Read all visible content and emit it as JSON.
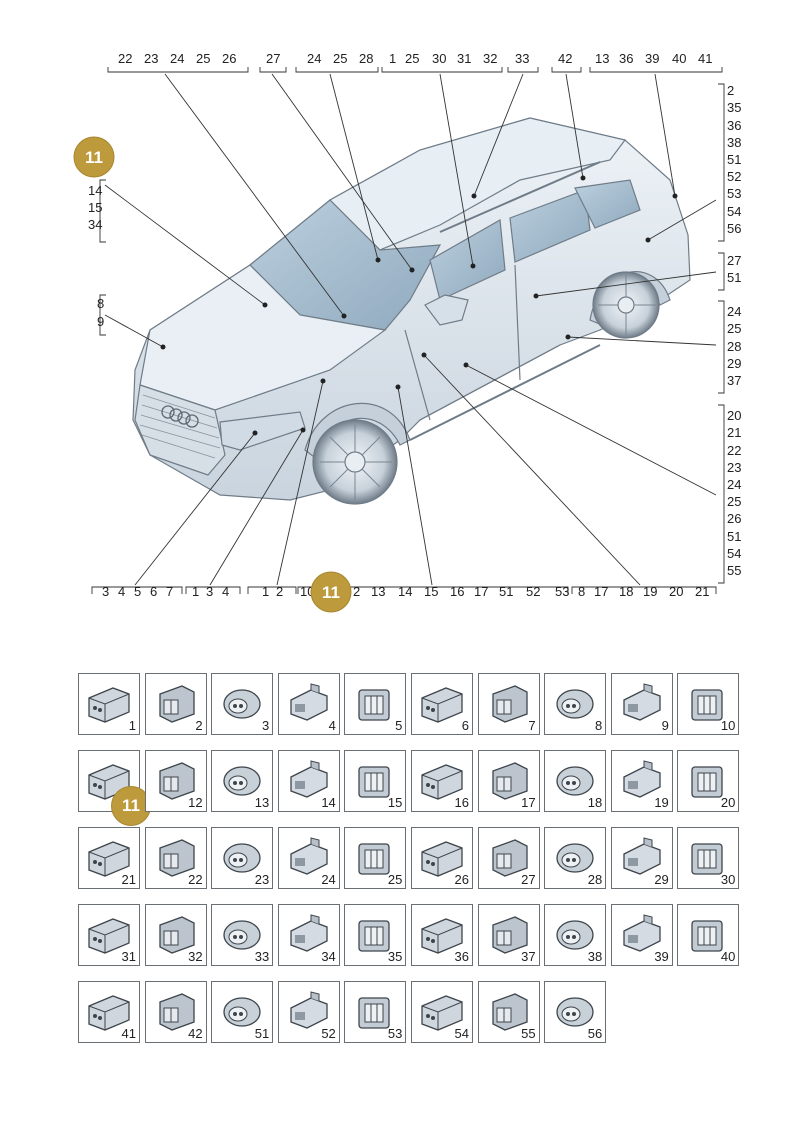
{
  "top_groups": [
    {
      "labels": [
        "22",
        "23",
        "24",
        "25",
        "26"
      ]
    },
    {
      "labels": [
        "27"
      ]
    },
    {
      "labels": [
        "24",
        "25",
        "28"
      ]
    },
    {
      "labels": [
        "1",
        "25",
        "30",
        "31",
        "32"
      ]
    },
    {
      "labels": [
        "33"
      ]
    },
    {
      "labels": [
        "42"
      ]
    },
    {
      "labels": [
        "13",
        "36",
        "39",
        "40",
        "41"
      ]
    }
  ],
  "right_groups": [
    {
      "labels": [
        "2",
        "35",
        "36",
        "38",
        "51",
        "52",
        "53",
        "54",
        "56"
      ]
    },
    {
      "labels": [
        "27",
        "51"
      ]
    },
    {
      "labels": [
        "24",
        "25",
        "28",
        "29",
        "37"
      ]
    },
    {
      "labels": [
        "20",
        "21",
        "22",
        "23",
        "24",
        "25",
        "26",
        "51",
        "54",
        "55"
      ]
    }
  ],
  "left_groups": [
    {
      "labels": [
        "14",
        "15",
        "34"
      ]
    },
    {
      "labels": [
        "8",
        "9"
      ]
    }
  ],
  "bottom_groups": [
    {
      "labels": [
        "3",
        "4",
        "5",
        "6",
        "7"
      ]
    },
    {
      "labels": [
        "1",
        "3",
        "4"
      ]
    },
    {
      "labels": [
        "1",
        "2"
      ]
    },
    {
      "labels": [
        "10",
        "2",
        "13",
        "14",
        "15",
        "16",
        "17",
        "51",
        "52",
        "53"
      ]
    },
    {
      "labels": [
        "8",
        "17",
        "18",
        "19",
        "20",
        "21"
      ]
    }
  ],
  "badge": "11",
  "connectors": [
    "1",
    "2",
    "3",
    "4",
    "5",
    "6",
    "7",
    "8",
    "9",
    "10",
    "11",
    "12",
    "13",
    "14",
    "15",
    "16",
    "17",
    "18",
    "19",
    "20",
    "21",
    "22",
    "23",
    "24",
    "25",
    "26",
    "27",
    "28",
    "29",
    "30",
    "31",
    "32",
    "33",
    "34",
    "35",
    "36",
    "37",
    "38",
    "39",
    "40",
    "41",
    "42",
    "51",
    "52",
    "53",
    "54",
    "55",
    "56"
  ],
  "colors": {
    "badge": "#bd9a3c",
    "car_body": "#dde6ee",
    "car_outline": "#6f7c88",
    "leader": "#333333"
  }
}
